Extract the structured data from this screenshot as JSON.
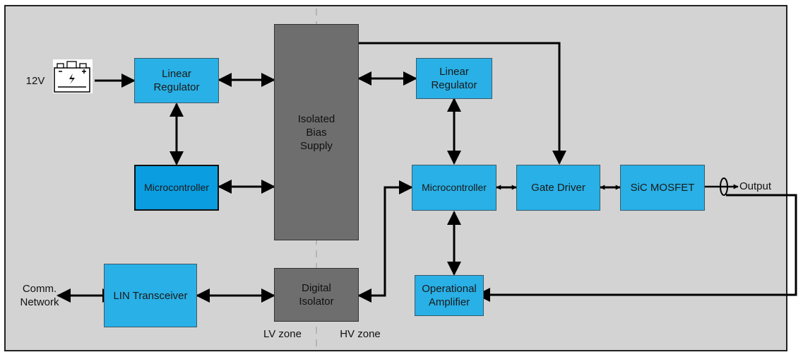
{
  "diagram": {
    "colors": {
      "background": "#d3d3d3",
      "block_blue": "#29b0e6",
      "block_blue_highlight": "#0a9de0",
      "block_gray": "#6e6e6e",
      "wire": "#000000",
      "zone_divider": "#b5b5b5"
    },
    "inputs": {
      "supply_label": "12V",
      "supply_icon": "battery-icon",
      "network_label": "Comm.\nNetwork"
    },
    "output_label": "Output",
    "zones": {
      "lv": "LV zone",
      "hv": "HV zone"
    },
    "blocks": {
      "lv_linear_regulator": "Linear\nRegulator",
      "lv_microcontroller": "Microcontroller",
      "lin_transceiver": "LIN Transceiver",
      "isolated_bias_supply": "Isolated\nBias\nSupply",
      "digital_isolator": "Digital\nIsolator",
      "hv_linear_regulator": "Linear\nRegulator",
      "hv_microcontroller": "Microcontroller",
      "gate_driver": "Gate Driver",
      "sic_mosfet": "SiC MOSFET",
      "operational_amplifier": "Operational\nAmplifier"
    },
    "connections": [
      {
        "from": "12V",
        "to": "Linear Regulator (LV)",
        "type": "unidirectional"
      },
      {
        "from": "Linear Regulator (LV)",
        "to": "Isolated Bias Supply",
        "type": "bidirectional"
      },
      {
        "from": "Linear Regulator (LV)",
        "to": "Microcontroller (LV)",
        "type": "bidirectional"
      },
      {
        "from": "Microcontroller (LV)",
        "to": "Isolated Bias Supply",
        "type": "bidirectional"
      },
      {
        "from": "Comm. Network",
        "to": "LIN Transceiver",
        "type": "bidirectional"
      },
      {
        "from": "LIN Transceiver",
        "to": "Digital Isolator",
        "type": "bidirectional"
      },
      {
        "from": "Isolated Bias Supply",
        "to": "Linear Regulator (HV)",
        "type": "bidirectional"
      },
      {
        "from": "Isolated Bias Supply",
        "to": "Gate Driver",
        "type": "unidirectional"
      },
      {
        "from": "Linear Regulator (HV)",
        "to": "Microcontroller (HV)",
        "type": "bidirectional"
      },
      {
        "from": "Digital Isolator",
        "to": "Microcontroller (HV)",
        "type": "bidirectional"
      },
      {
        "from": "Microcontroller (HV)",
        "to": "Gate Driver",
        "type": "bidirectional"
      },
      {
        "from": "Gate Driver",
        "to": "SiC MOSFET",
        "type": "bidirectional"
      },
      {
        "from": "Microcontroller (HV)",
        "to": "Operational Amplifier",
        "type": "bidirectional"
      },
      {
        "from": "SiC MOSFET",
        "to": "Output",
        "type": "unidirectional"
      },
      {
        "from": "Output (current sense)",
        "to": "Operational Amplifier",
        "type": "unidirectional"
      }
    ]
  }
}
